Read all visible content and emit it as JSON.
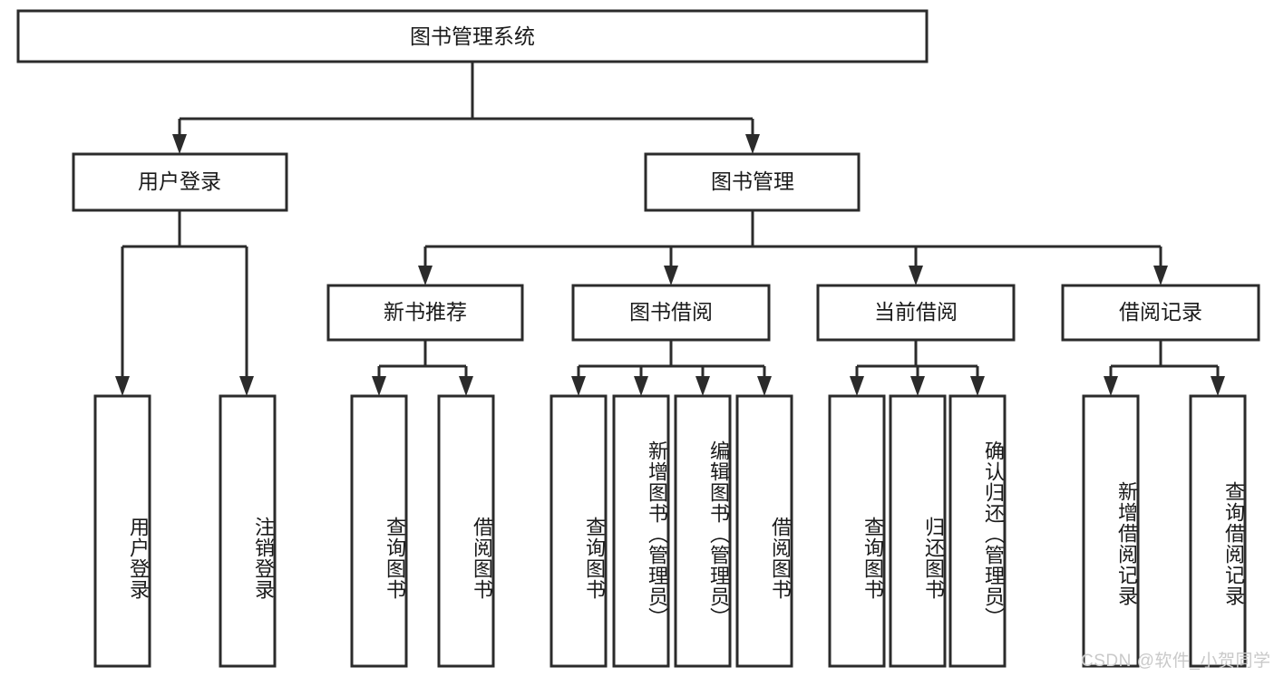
{
  "diagram": {
    "type": "tree",
    "title": "图书管理系统",
    "root": {
      "label": "图书管理系统",
      "id": "root"
    },
    "level2": [
      {
        "id": "user-login",
        "label": "用户登录"
      },
      {
        "id": "book-management",
        "label": "图书管理"
      }
    ],
    "level3": [
      {
        "id": "new-book-recommend",
        "label": "新书推荐",
        "parent": "book-management"
      },
      {
        "id": "book-borrow",
        "label": "图书借阅",
        "parent": "book-management"
      },
      {
        "id": "current-borrow",
        "label": "当前借阅",
        "parent": "book-management"
      },
      {
        "id": "borrow-record",
        "label": "借阅记录",
        "parent": "book-management"
      }
    ],
    "leaves": [
      {
        "id": "leaf-user-login",
        "label": "用户登录",
        "parent": "user-login"
      },
      {
        "id": "leaf-logout-login",
        "label": "注销登录",
        "parent": "user-login"
      },
      {
        "id": "leaf-query-book-1",
        "label": "查询图书",
        "parent": "new-book-recommend"
      },
      {
        "id": "leaf-borrow-book-1",
        "label": "借阅图书",
        "parent": "new-book-recommend"
      },
      {
        "id": "leaf-query-book-2",
        "label": "查询图书",
        "parent": "book-borrow"
      },
      {
        "id": "leaf-add-book",
        "label": "新增图书（管理员）",
        "parent": "book-borrow"
      },
      {
        "id": "leaf-edit-book",
        "label": "编辑图书（管理员）",
        "parent": "book-borrow"
      },
      {
        "id": "leaf-borrow-book-2",
        "label": "借阅图书",
        "parent": "book-borrow"
      },
      {
        "id": "leaf-query-book-3",
        "label": "查询图书",
        "parent": "current-borrow"
      },
      {
        "id": "leaf-return-book",
        "label": "归还图书",
        "parent": "current-borrow"
      },
      {
        "id": "leaf-confirm-return",
        "label": "确认归还（管理员）",
        "parent": "current-borrow"
      },
      {
        "id": "leaf-add-record",
        "label": "新增借阅记录",
        "parent": "borrow-record"
      },
      {
        "id": "leaf-query-record",
        "label": "查询借阅记录",
        "parent": "borrow-record"
      }
    ],
    "colors": {
      "box_fill": "#ffffff",
      "box_stroke": "#2b2b2b",
      "text": "#1a1a1a",
      "background": "#ffffff",
      "watermark": "#c9c9c9"
    }
  },
  "watermark": {
    "text": "CSDN @软件_小贺同学"
  }
}
